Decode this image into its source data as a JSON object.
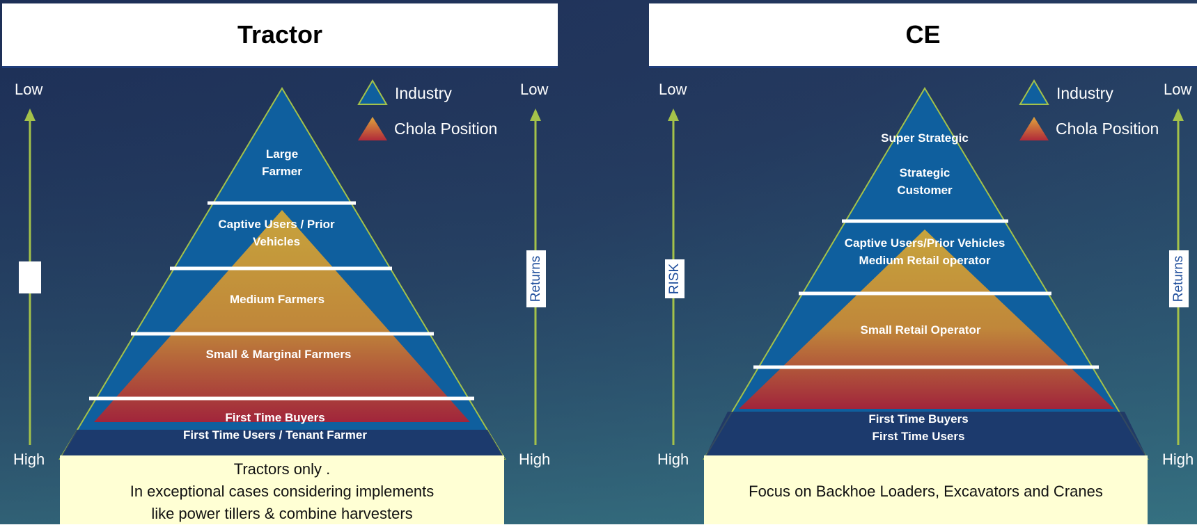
{
  "tractor": {
    "title": "Tractor",
    "left_axis": {
      "top": "Low",
      "bottom": "High"
    },
    "right_axis": {
      "top": "Low",
      "bottom": "High",
      "label": "Returns"
    },
    "legend": {
      "industry": "Industry",
      "chola": "Chola Position"
    },
    "tiers": {
      "t1": [
        "Large",
        "Farmer"
      ],
      "t2": [
        "Captive Users / Prior",
        "Vehicles"
      ],
      "t3": "Medium Farmers",
      "t4": "Small  & Marginal Farmers",
      "t5": [
        "First Time Buyers",
        "First Time Users / Tenant Farmer"
      ]
    },
    "note": [
      "Tractors only .",
      "In exceptional cases considering implements",
      "like power tillers & combine harvesters"
    ]
  },
  "ce": {
    "title": "CE",
    "left_axis": {
      "top": "Low",
      "bottom": "High",
      "label": "RISK"
    },
    "right_axis": {
      "top": "Low",
      "bottom": "High",
      "label": "Returns"
    },
    "legend": {
      "industry": "Industry",
      "chola": "Chola Position"
    },
    "tiers": {
      "t1a": "Super Strategic",
      "t1b": [
        "Strategic",
        "Customer"
      ],
      "t2": [
        "Captive Users/Prior Vehicles",
        "Medium Retail operator"
      ],
      "t3": "Small  Retail Operator",
      "t4": [
        "First Time Buyers",
        "First Time Users"
      ]
    },
    "note": "Focus on Backhoe Loaders, Excavators and Cranes"
  },
  "colors": {
    "industry_blue": "#0f5f9e",
    "chola_gold": "#c29a3a",
    "chola_red": "#a32a3a",
    "arrow_green": "#a4c24a",
    "note_bg": "#ffffd4"
  }
}
